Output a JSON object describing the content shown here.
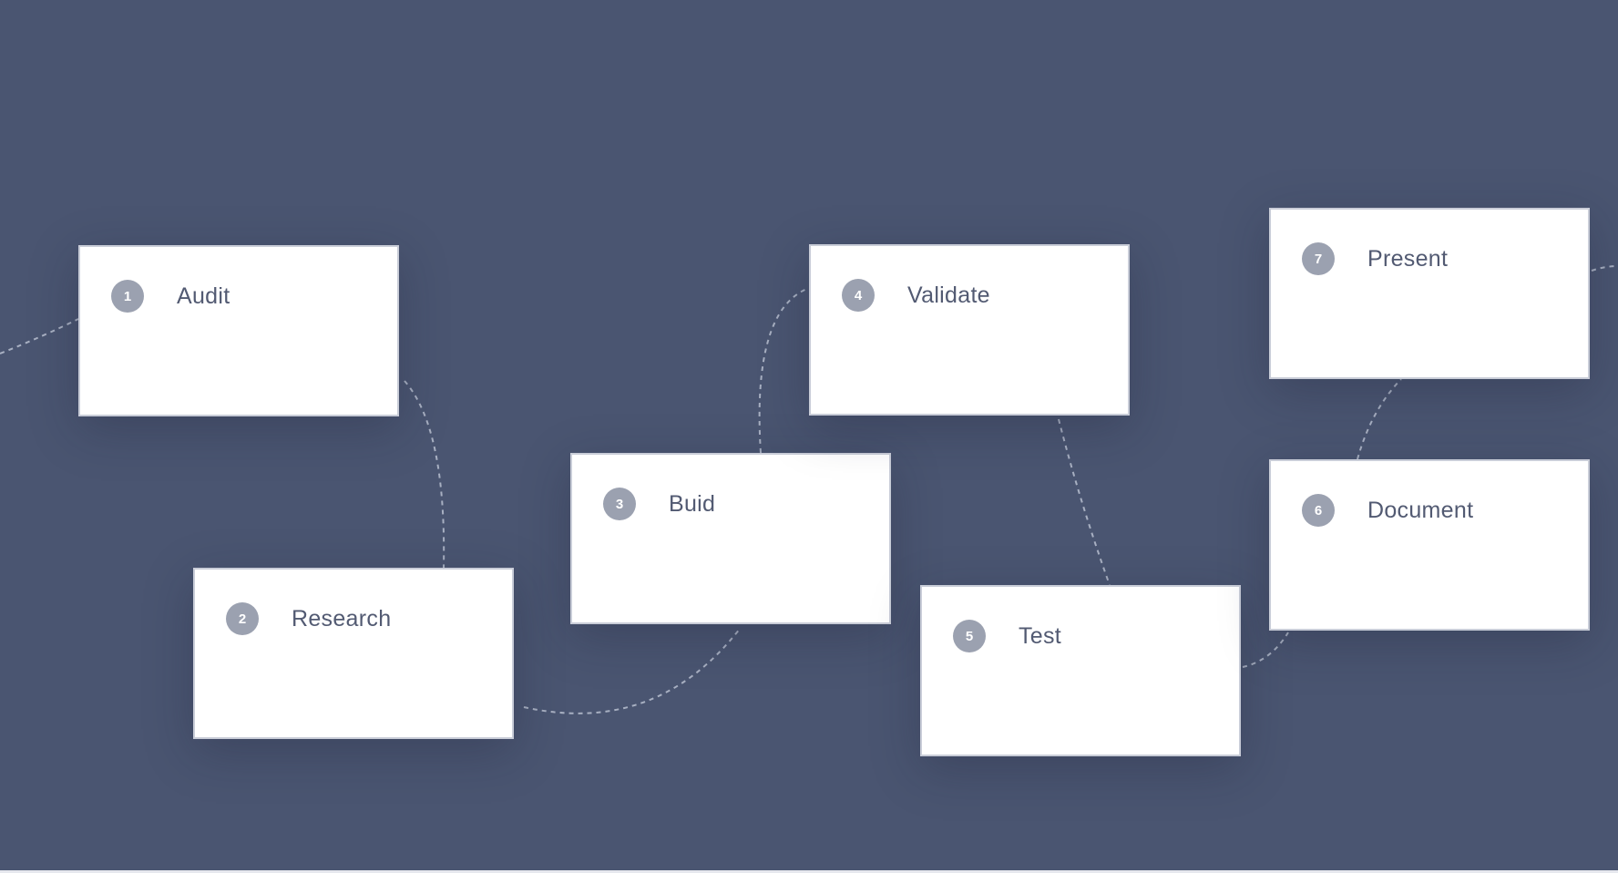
{
  "diagram": {
    "steps": [
      {
        "number": "1",
        "label": "Audit"
      },
      {
        "number": "2",
        "label": "Research"
      },
      {
        "number": "3",
        "label": "Buid"
      },
      {
        "number": "4",
        "label": "Validate"
      },
      {
        "number": "5",
        "label": "Test"
      },
      {
        "number": "6",
        "label": "Document"
      },
      {
        "number": "7",
        "label": "Present"
      }
    ],
    "connections": [
      {
        "from": "1",
        "to": "2"
      },
      {
        "from": "2",
        "to": "3"
      },
      {
        "from": "3",
        "to": "4"
      },
      {
        "from": "4",
        "to": "5"
      },
      {
        "from": "5",
        "to": "6"
      },
      {
        "from": "6",
        "to": "7"
      }
    ]
  },
  "colors": {
    "background": "#4a5571",
    "card": "#ffffff",
    "badge": "#9ba1b0",
    "label": "#525a72",
    "connector": "#a8b0c2"
  }
}
